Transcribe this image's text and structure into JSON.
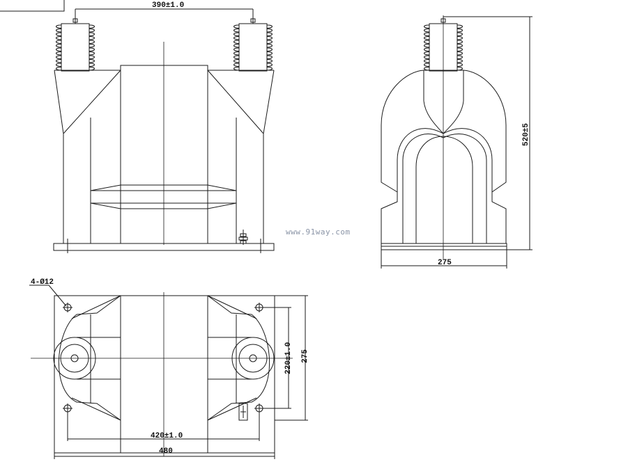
{
  "labels": {
    "front_top_dim": "390±1.0",
    "side_height_dim": "520±5",
    "side_width_dim": "275",
    "watermark": "www.91way.com",
    "top_holes": "4-Ø12",
    "top_hole_spacing_y": "220±1.0",
    "top_height_dim": "275",
    "top_hole_spacing_x": "420±1.0",
    "top_width_dim": "480"
  }
}
